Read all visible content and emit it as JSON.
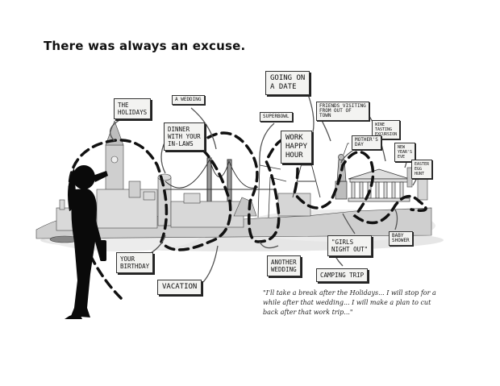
{
  "headline": "There was always an excuse.",
  "labels": {
    "holidays": "THE\nHOLIDAYS",
    "wedding": "A WEDDING",
    "dinner": "DINNER\nWITH YOUR\nIN-LAWS",
    "date": "GOING ON\nA DATE",
    "superbowl": "SUPERBOWL",
    "work_happy_hour": "WORK\nHAPPY\nHOUR",
    "friends": "FRIENDS VISITING\nFROM OUT OF\nTOWN",
    "tasting": "WINE\nTASTING\nEXCURSION",
    "mothers_day": "MOTHER'S\nDAY",
    "new_years": "NEW\nYEAR'S\nEVE",
    "easter": "EASTER\nEGG\nHUNT",
    "birthday": "YOUR\nBIRTHDAY",
    "vacation": "VACATION",
    "another_wedding": "ANOTHER\nWEDDING",
    "camping": "CAMPING TRIP",
    "girls_night": "\"GIRLS\nNIGHT OUT\"",
    "baby_shower": "BABY\nSHOWER"
  },
  "quote": "\"I'll take a break after the Holidays... I will stop for a while after that wedding... I will make a plan to cut back after that work trip...\""
}
